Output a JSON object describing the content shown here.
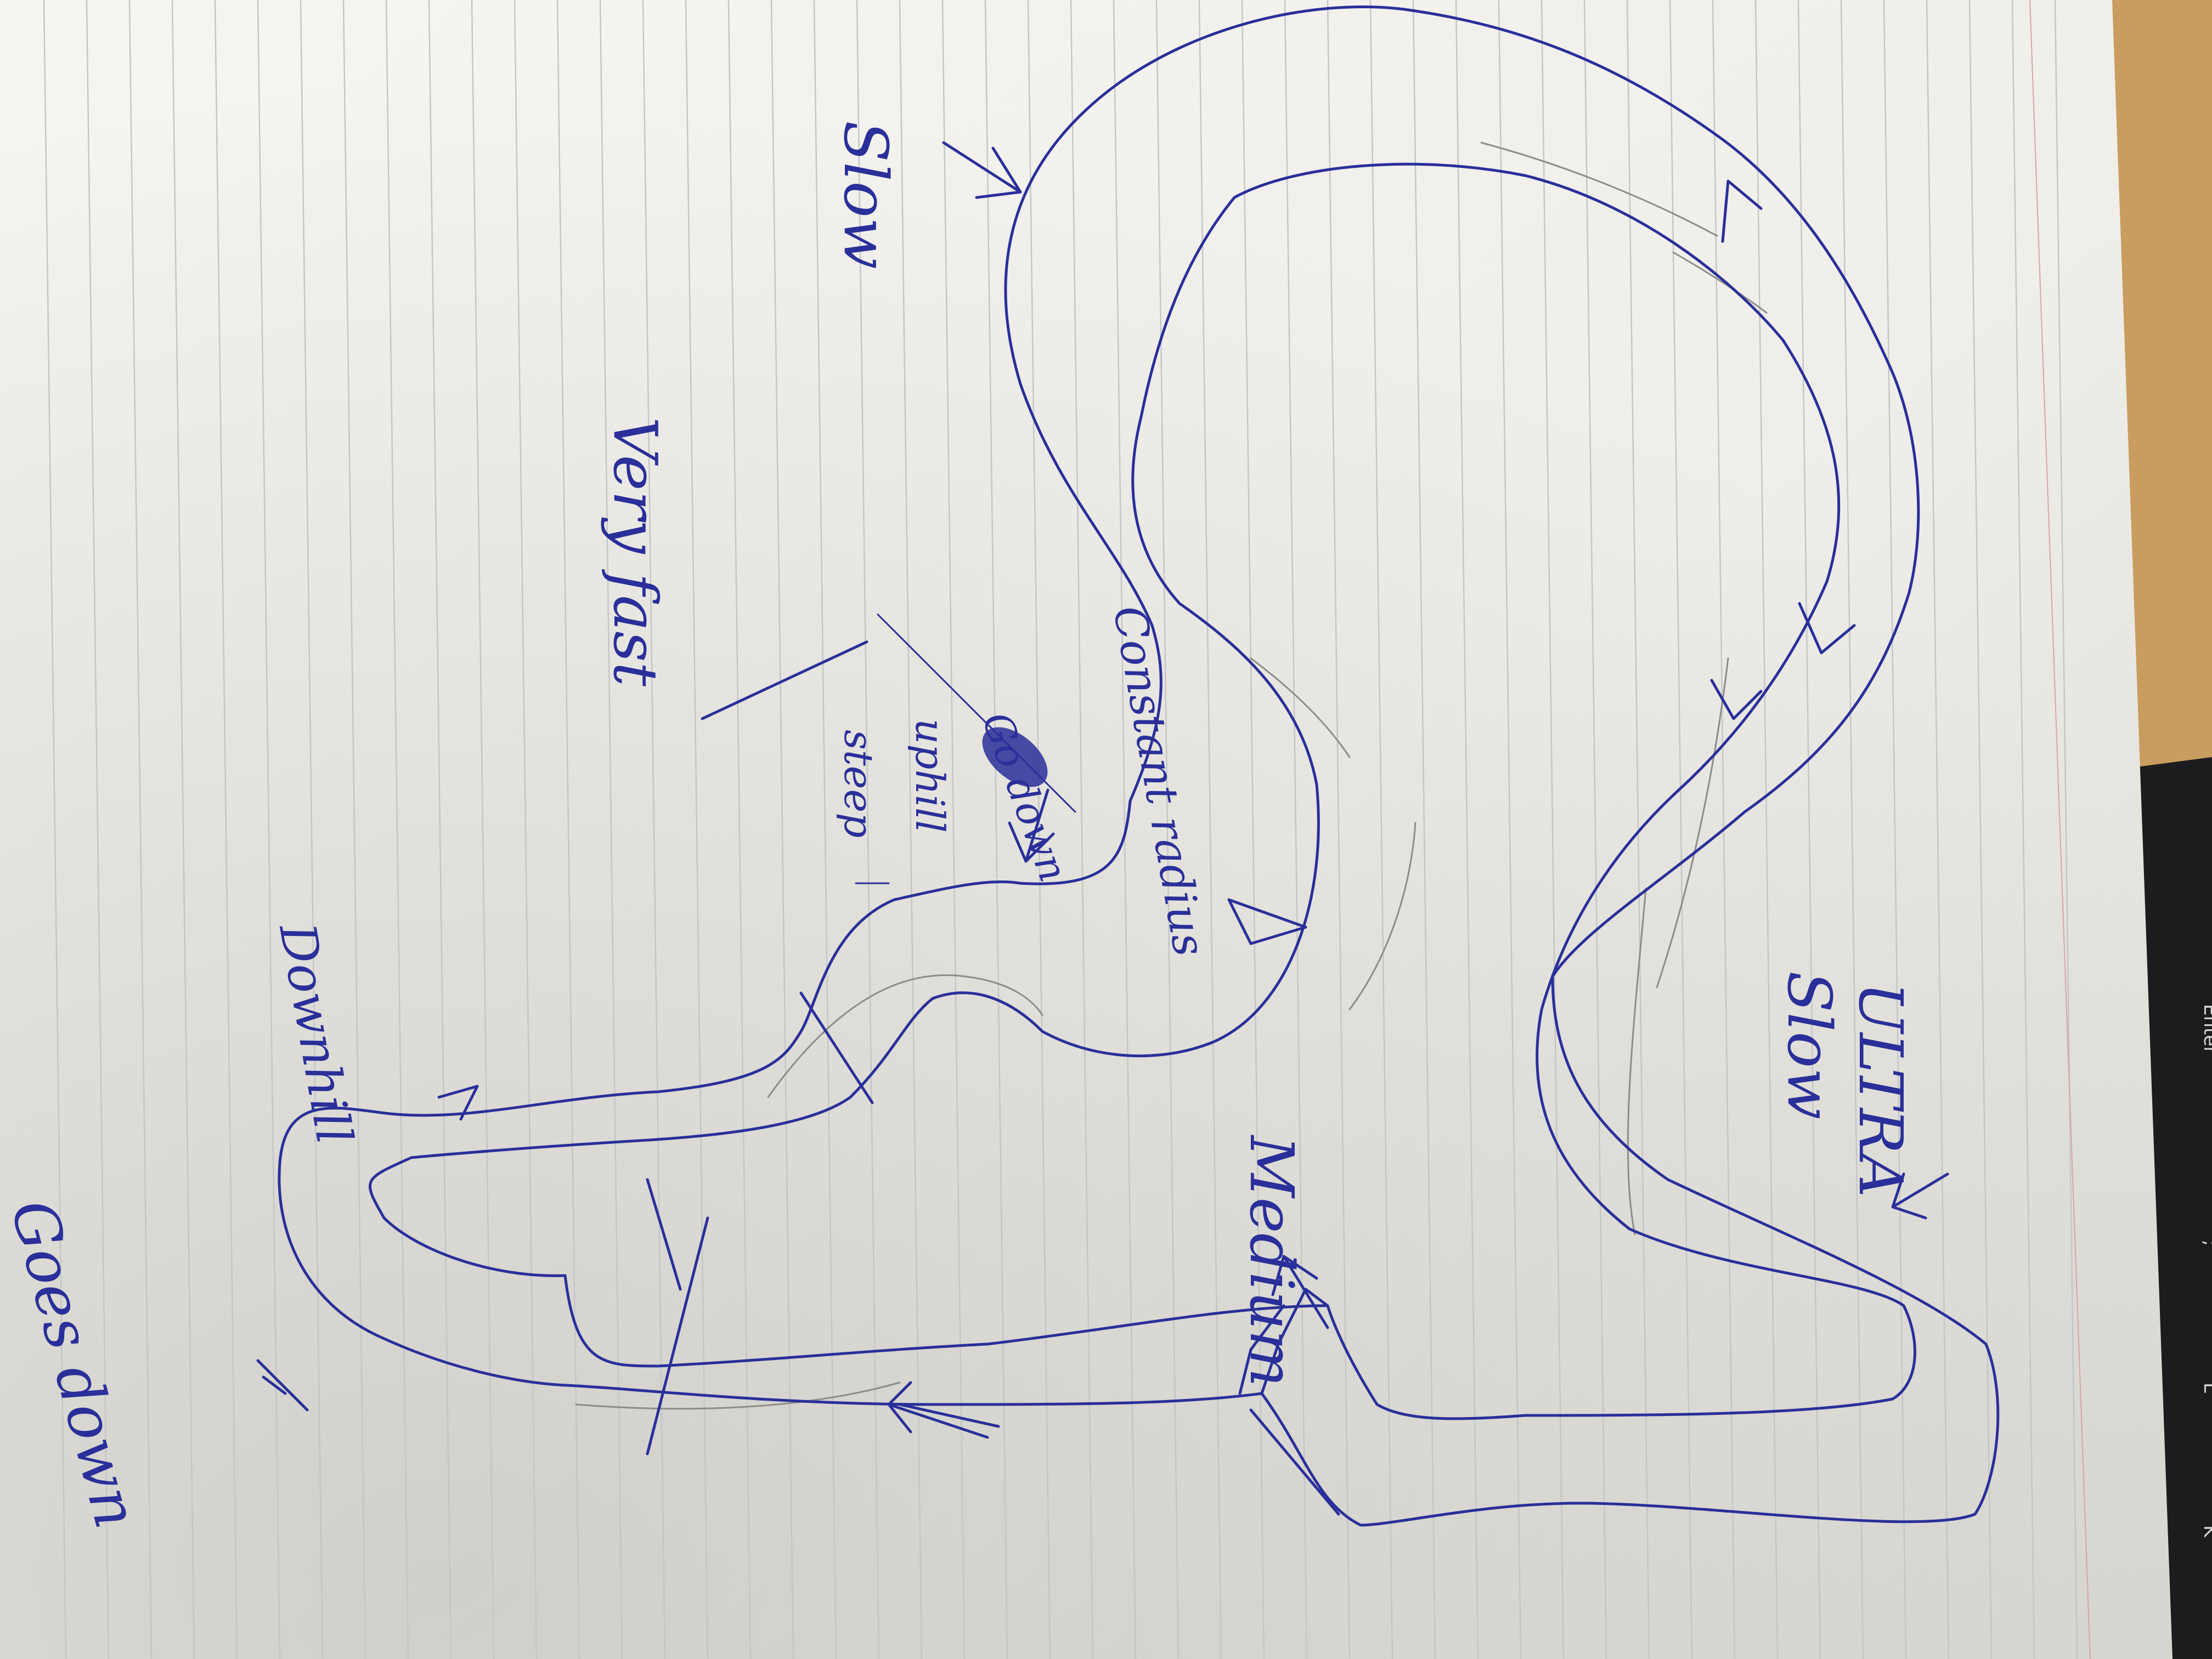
{
  "colors": {
    "paper": "#f1f0ec",
    "paper_shadow": "#c9c8c3",
    "ink": "#2a2f9a",
    "pencil": "#8d8c88",
    "keyboard": "#1c1c1e",
    "ruled_line": "#c2c6c8"
  },
  "annotations": {
    "slow": "Slow",
    "very_fast": "Very fast",
    "constant_radius": "Constant radius",
    "steep": "steep",
    "uphill": "uphill",
    "go_down": "Go down",
    "downhill": "Downhill",
    "goes_down": "Goes down",
    "medium": "Medium",
    "ultra_slow_line1": "ULTRA",
    "ultra_slow_line2": "Slow"
  },
  "keyboard_keys": [
    "Enter",
    "\"",
    ";",
    "L",
    "K"
  ]
}
